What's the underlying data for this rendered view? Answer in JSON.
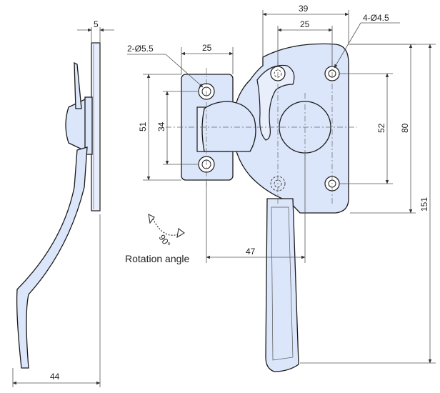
{
  "dimensions": {
    "side_thickness": "5",
    "side_width": "44",
    "top_width": "39",
    "top_hole_spacing": "25",
    "holes_large": "4-Ø4.5",
    "holes_small": "2-Ø5.5",
    "keeper_width": "25",
    "keeper_height": "51",
    "keeper_hole_spacing": "34",
    "hole_spacing_vertical": "52",
    "body_height": "80",
    "overall_height": "151",
    "handle_offset": "47"
  },
  "rotation": {
    "angle_text": "90°",
    "label": "Rotation angle"
  },
  "icons": {
    "rotation": "rotation-arrow-icon"
  }
}
